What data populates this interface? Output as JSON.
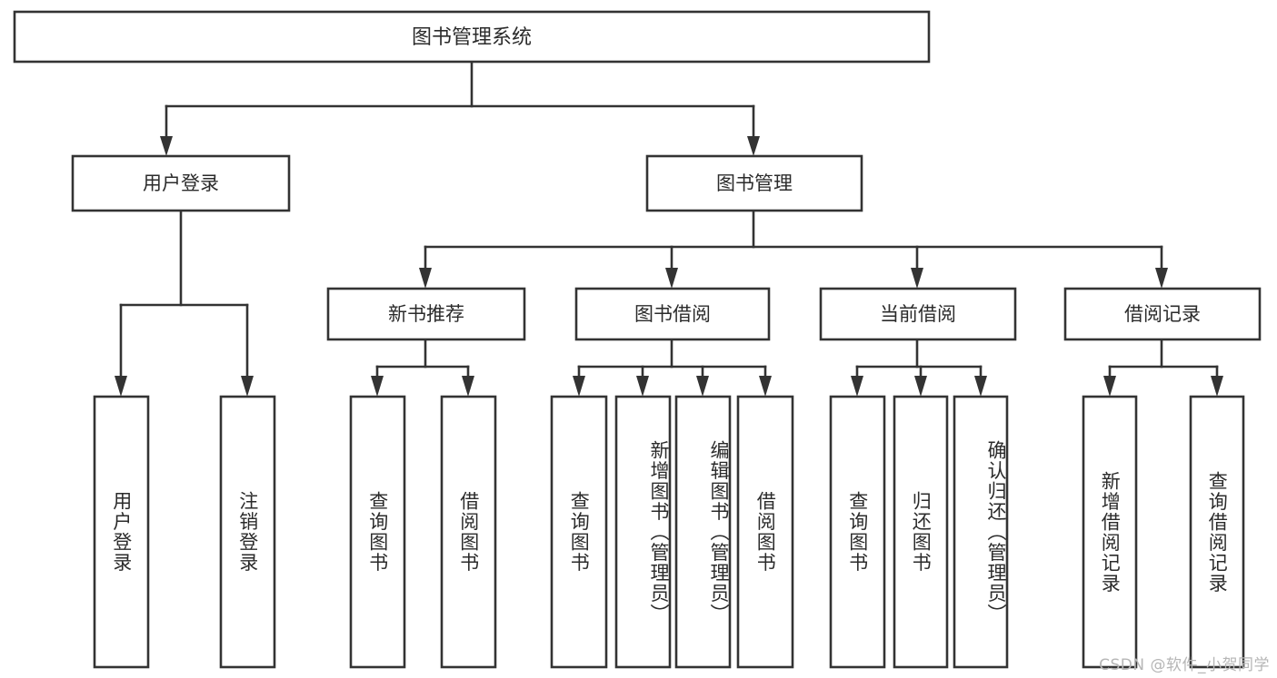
{
  "diagram": {
    "title": "图书管理系统",
    "type": "tree-hierarchy",
    "watermark": "CSDN @软件_小贺同学",
    "colors": {
      "stroke": "#333333",
      "fill": "#ffffff",
      "text": "#2b2b2b",
      "watermark": "#b6b6b6"
    },
    "root": {
      "label": "图书管理系统"
    },
    "level2": [
      {
        "label": "用户登录"
      },
      {
        "label": "图书管理"
      }
    ],
    "level3": [
      {
        "label": "新书推荐"
      },
      {
        "label": "图书借阅"
      },
      {
        "label": "当前借阅"
      },
      {
        "label": "借阅记录"
      }
    ],
    "leaves": {
      "user_login": [
        {
          "label": "用户登录"
        },
        {
          "label": "注销登录"
        }
      ],
      "new_book_recommend": [
        {
          "label": "查询图书"
        },
        {
          "label": "借阅图书"
        }
      ],
      "book_borrow": [
        {
          "label": "查询图书"
        },
        {
          "label": "新增图书（管理员）"
        },
        {
          "label": "编辑图书（管理员）"
        },
        {
          "label": "借阅图书"
        }
      ],
      "current_borrow": [
        {
          "label": "查询图书"
        },
        {
          "label": "归还图书"
        },
        {
          "label": "确认归还（管理员）"
        }
      ],
      "borrow_records": [
        {
          "label": "新增借阅记录"
        },
        {
          "label": "查询借阅记录"
        }
      ]
    }
  }
}
